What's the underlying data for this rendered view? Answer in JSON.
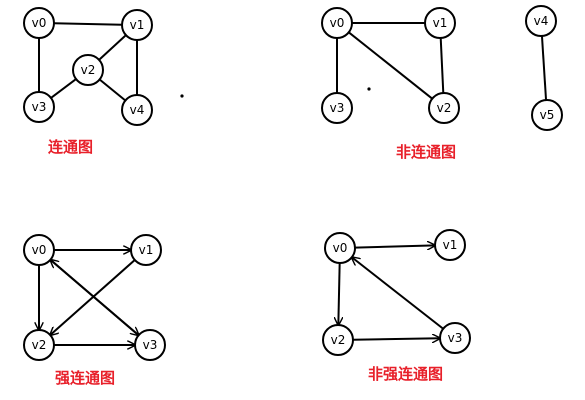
{
  "colors": {
    "caption": "#e8202a",
    "stroke": "#000000",
    "node_fill": "#ffffff"
  },
  "graphs": [
    {
      "id": "connected",
      "caption": "连通图",
      "directed": false,
      "nodes": [
        "v0",
        "v1",
        "v2",
        "v3",
        "v4"
      ],
      "edges": [
        [
          "v0",
          "v1"
        ],
        [
          "v0",
          "v3"
        ],
        [
          "v1",
          "v2"
        ],
        [
          "v1",
          "v4"
        ],
        [
          "v2",
          "v3"
        ],
        [
          "v2",
          "v4"
        ]
      ]
    },
    {
      "id": "non-connected",
      "caption": "非连通图",
      "directed": false,
      "nodes": [
        "v0",
        "v1",
        "v2",
        "v3",
        "v4",
        "v5"
      ],
      "edges": [
        [
          "v0",
          "v1"
        ],
        [
          "v0",
          "v3"
        ],
        [
          "v0",
          "v2"
        ],
        [
          "v1",
          "v2"
        ],
        [
          "v4",
          "v5"
        ]
      ]
    },
    {
      "id": "strongly-connected",
      "caption": "强连通图",
      "directed": true,
      "nodes": [
        "v0",
        "v1",
        "v2",
        "v3"
      ],
      "edges": [
        [
          "v0",
          "v1"
        ],
        [
          "v0",
          "v2"
        ],
        [
          "v0",
          "v3"
        ],
        [
          "v1",
          "v2"
        ],
        [
          "v2",
          "v3"
        ],
        [
          "v3",
          "v0"
        ]
      ]
    },
    {
      "id": "non-strongly-connected",
      "caption": "非强连通图",
      "directed": true,
      "nodes": [
        "v0",
        "v1",
        "v2",
        "v3"
      ],
      "edges": [
        [
          "v0",
          "v1"
        ],
        [
          "v0",
          "v2"
        ],
        [
          "v2",
          "v3"
        ],
        [
          "v3",
          "v0"
        ]
      ]
    }
  ]
}
